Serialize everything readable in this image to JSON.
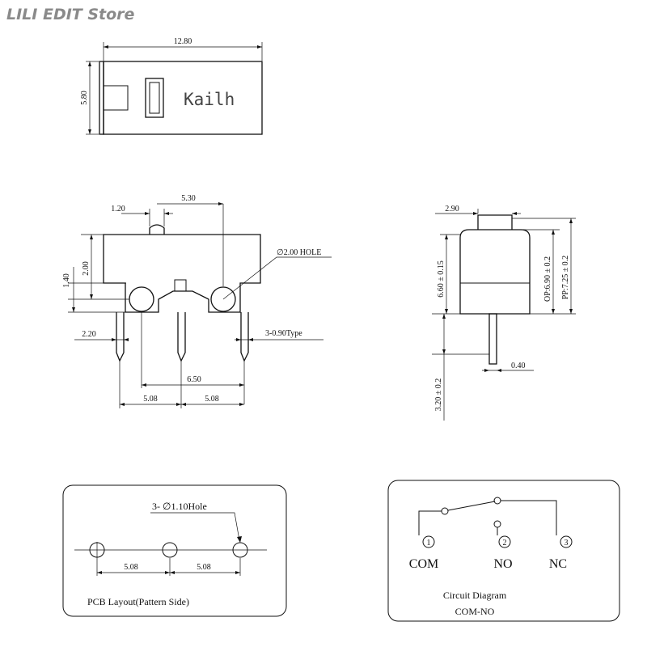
{
  "watermark": "LILI EDIT Store",
  "top_view": {
    "brand": "Kailh",
    "width_dim": "12.80",
    "height_dim": "5.80"
  },
  "front_view": {
    "dims": {
      "d_1_20": "1.20",
      "d_5_30": "5.30",
      "d_2_00": "2.00",
      "d_1_40": "1.40",
      "d_2_20": "2.20",
      "d_6_50": "6.50",
      "d_5_08_left": "5.08",
      "d_5_08_right": "5.08"
    },
    "hole_note": "∅2.00 HOLE",
    "pin_note": "3-0.90Type"
  },
  "side_view": {
    "d_2_90": "2.90",
    "d_6_60": "6.60 ± 0.15",
    "d_op": "OP:6.90 ± 0.2",
    "d_pp": "PP:7.25 ± 0.2",
    "d_0_40": "0.40",
    "d_3_20": "3.20 ± 0.2"
  },
  "pcb_layout": {
    "hole_note": "3- ∅1.10Hole",
    "spacing_left": "5.08",
    "spacing_right": "5.08",
    "caption": "PCB Layout(Pattern Side)"
  },
  "circuit": {
    "pins": [
      {
        "number": "1",
        "label": "COM"
      },
      {
        "number": "2",
        "label": "NO"
      },
      {
        "number": "3",
        "label": "NC"
      }
    ],
    "caption_line1": "Circuit Diagram",
    "caption_line2": "COM-NO"
  }
}
